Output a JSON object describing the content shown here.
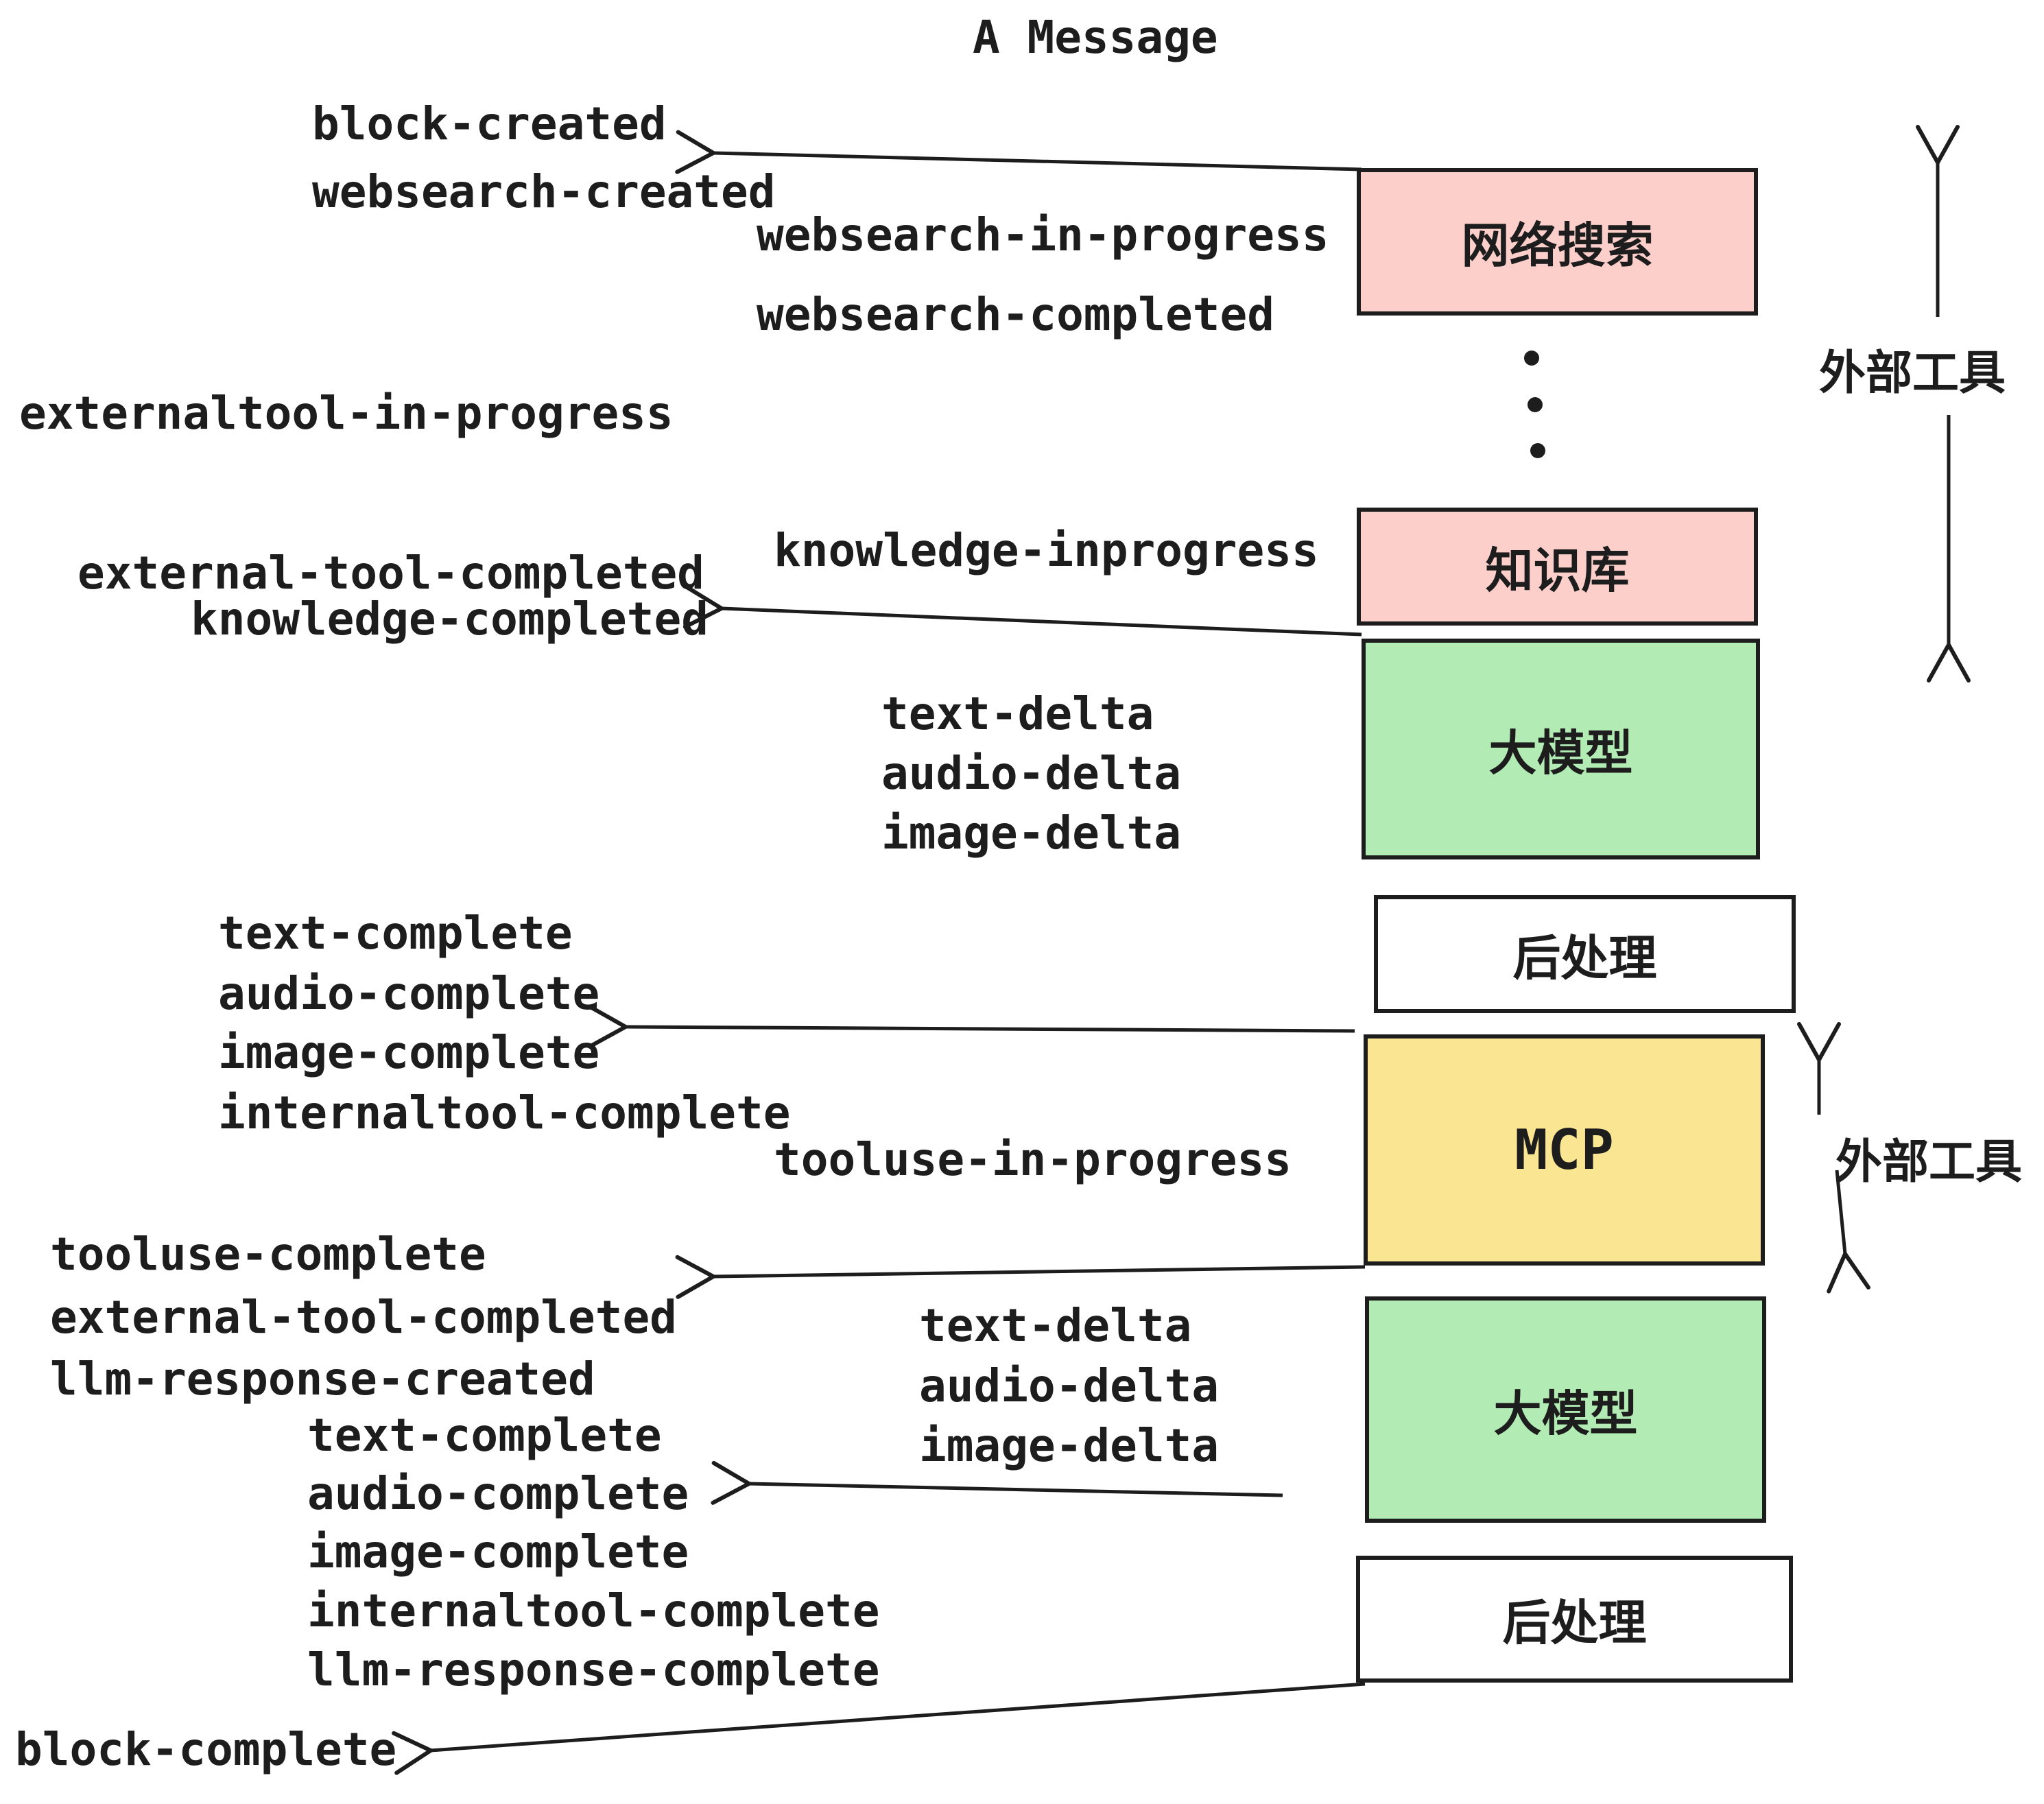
{
  "title": "A Message",
  "events": [
    "block-created",
    "websearch-created",
    "websearch-in-progress",
    "websearch-completed",
    "externaltool-in-progress",
    "knowledge-inprogress",
    "external-tool-completed",
    "knowledge-completed",
    "text-delta",
    "audio-delta",
    "image-delta",
    "text-complete",
    "audio-complete",
    "image-complete",
    "internaltool-complete",
    "tooluse-in-progress",
    "tooluse-complete",
    "external-tool-completed",
    "llm-response-created",
    "text-delta",
    "audio-delta",
    "image-delta",
    "text-complete",
    "audio-complete",
    "image-complete",
    "internaltool-complete",
    "llm-response-complete",
    "block-complete"
  ],
  "boxes": [
    {
      "label": "网络搜索",
      "color": "#fccfcb"
    },
    {
      "label": "知识库",
      "color": "#fccfcb"
    },
    {
      "label": "大模型",
      "color": "#b2ecb4"
    },
    {
      "label": "后处理",
      "color": "#ffffff"
    },
    {
      "label": "MCP",
      "color": "#fae593"
    },
    {
      "label": "大模型",
      "color": "#b2ecb4"
    },
    {
      "label": "后处理",
      "color": "#ffffff"
    }
  ],
  "side_labels": [
    "外部工具",
    "外部工具"
  ],
  "icons": {
    "left_arrows": "left-arrow-icon",
    "up_arrow": "up-arrow-icon",
    "down_arrow": "down-arrow-icon",
    "ellipsis": "vertical-ellipsis-icon"
  },
  "colors": {
    "ink": "#1d1d1d",
    "pink": "#fccfcb",
    "green": "#b2ecb4",
    "yellow": "#fae593",
    "background": "#ffffff"
  }
}
